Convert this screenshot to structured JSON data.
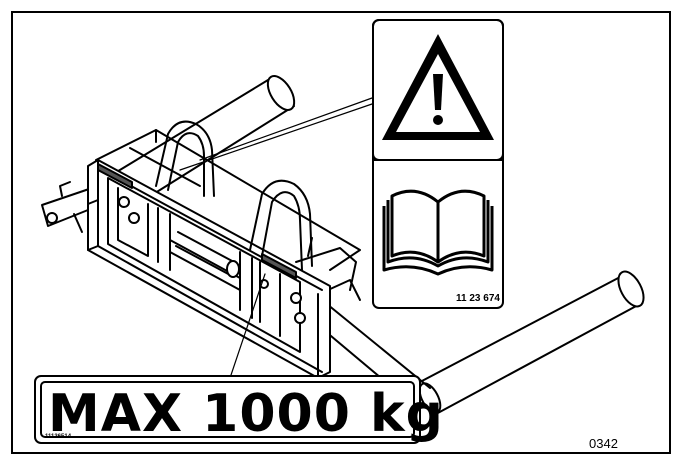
{
  "figure": {
    "figure_number": "0342",
    "load_label": {
      "text": "MAX 1000 kg",
      "part_number": "11136514"
    },
    "warning_decal": {
      "icons": [
        "warning-triangle-icon",
        "manual-book-icon"
      ],
      "part_number": "11 23 674"
    },
    "colors": {
      "line": "#000000",
      "background": "#ffffff",
      "shading": "#cfcfcf"
    }
  }
}
